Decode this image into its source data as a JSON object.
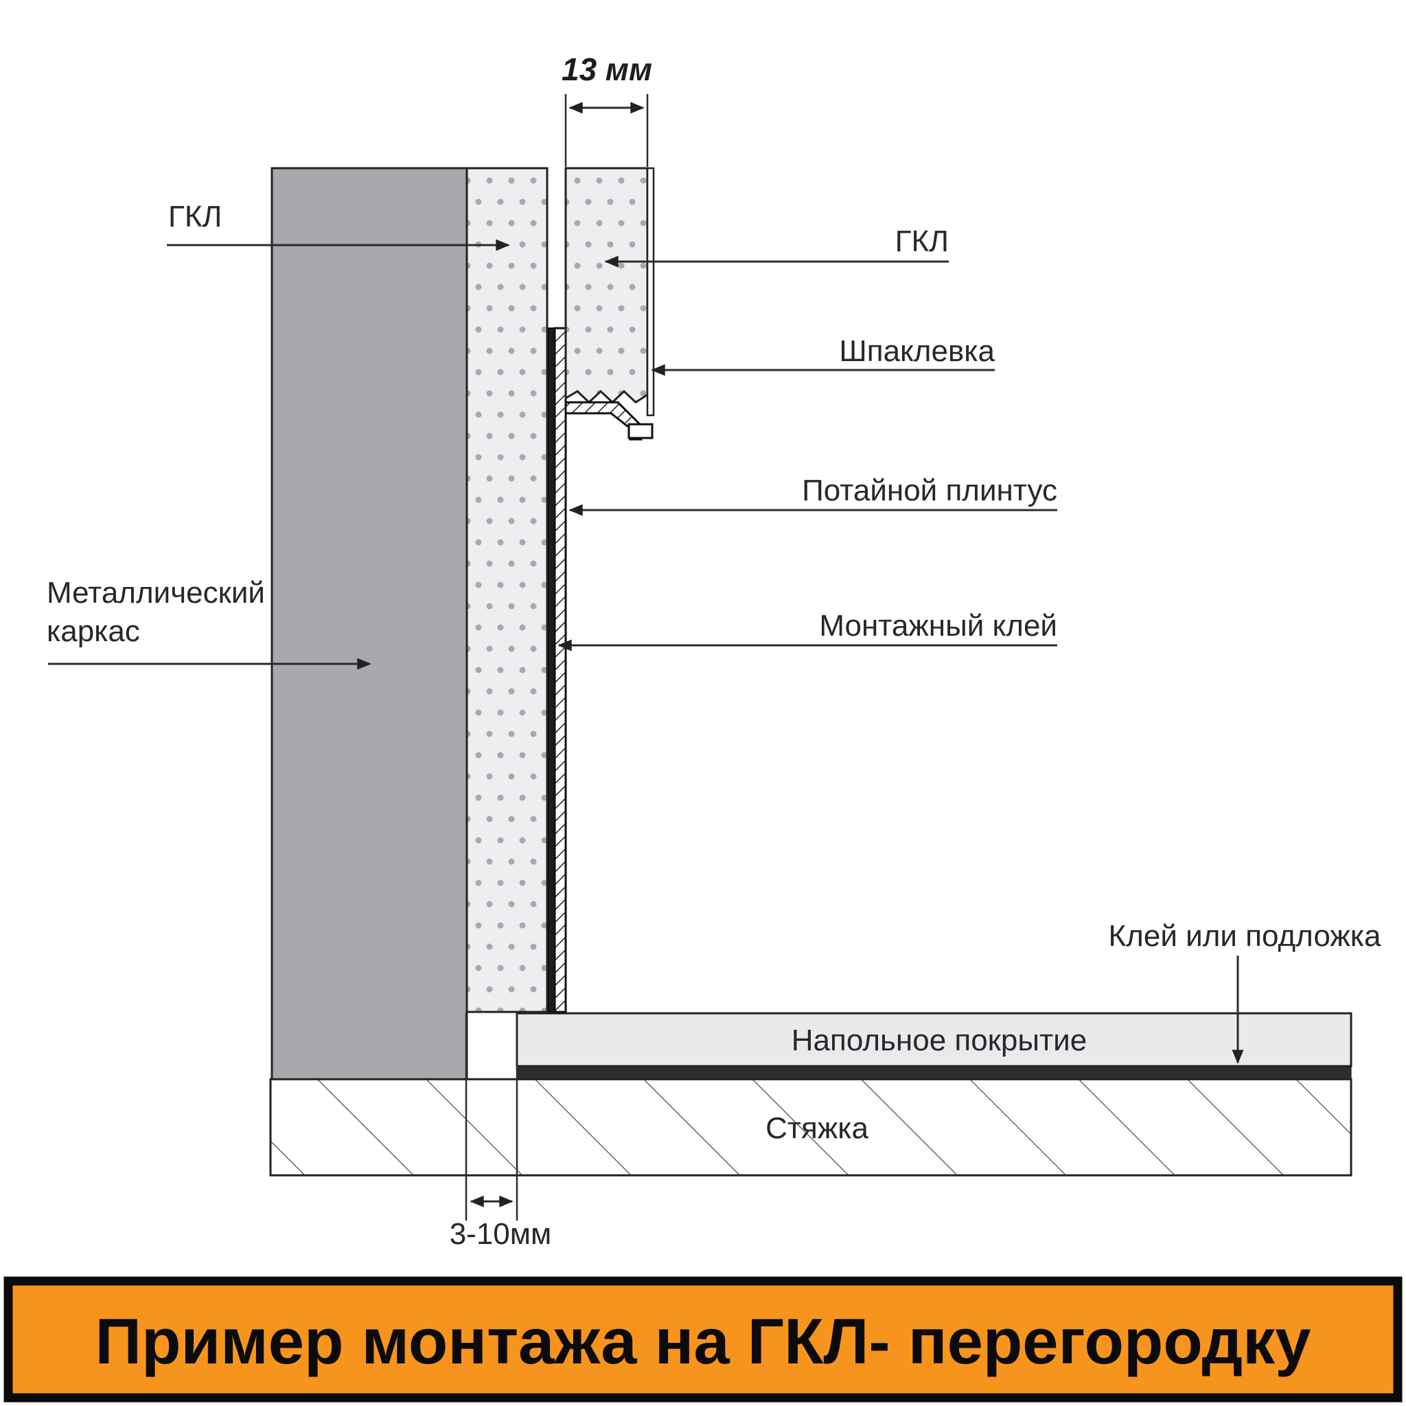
{
  "diagram": {
    "labels": {
      "gkl_left": "ГКЛ",
      "gkl_right": "ГКЛ",
      "putty": "Шпаклевка",
      "hidden_plinth": "Потайной плинтус",
      "mounting_glue": "Монтажный клей",
      "metal_frame_line1": "Металлический",
      "metal_frame_line2": "каркас",
      "glue_or_underlay": "Клей или подложка",
      "floor_covering": "Напольное покрытие",
      "screed": "Стяжка"
    },
    "dimensions": {
      "board_thickness": "13 мм",
      "wall_gap": "3-10мм"
    }
  },
  "banner": {
    "title": "Пример монтажа на ГКЛ- перегородку"
  },
  "colors": {
    "banner_bg": "#F7941E",
    "banner_border": "#0B0B0B",
    "frame_gray": "#A8A9AD",
    "board_fill": "#EDEEF0",
    "board_dot": "#A6AAB0",
    "floor_fill": "#E9EAEC",
    "underlay_dark": "#2D2D2D",
    "glue_dark": "#1E1E1E",
    "line": "#222222"
  }
}
